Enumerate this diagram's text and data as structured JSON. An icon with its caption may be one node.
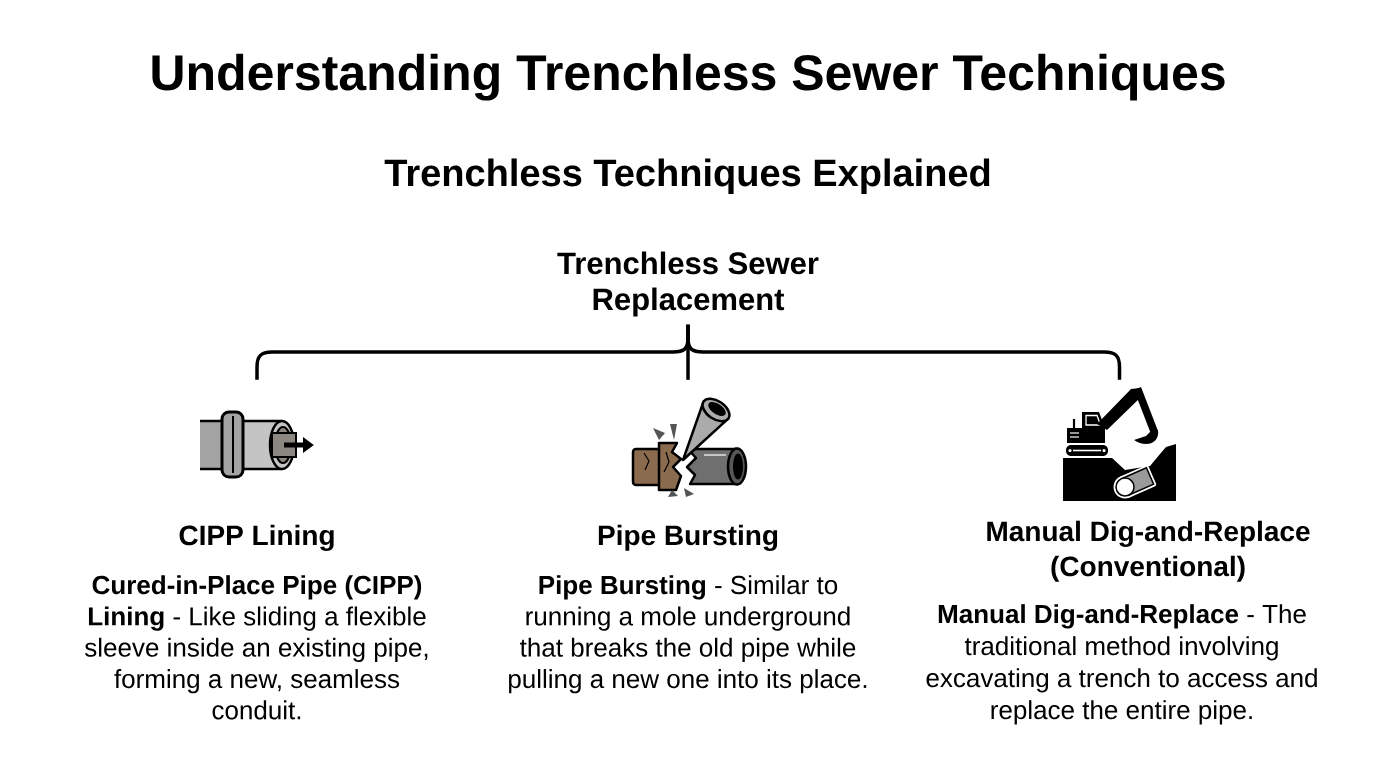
{
  "diagram": {
    "title": "Understanding Trenchless Sewer Techniques",
    "nodes": [
      {
        "text": [
          "Trenchless Sewer Replacement"
        ]
      },
      {
        "text": [],
        "shape": "picture",
        "beside": [
          "CIPP Lining",
          "**Cured-in-Place Pipe (CIPP) Lining** - Like sliding a flexible sleeve inside an existing pipe, forming a new, seamless conduit."
        ]
      },
      {
        "text": [],
        "shape": "picture",
        "beside": [
          "Pipe Bursting",
          "**Pipe Bursting** - Similar to running a mole underground that breaks the old pipe while pulling a new one into its place."
        ]
      },
      {
        "text": [],
        "shape": "picture",
        "beside": [
          "Manual Dig-and-Replace (Conventional)",
          "**Manual Dig-and-Replace** - The traditional method involving excavating a trench to access and replace the entire pipe."
        ]
      }
    ],
    "edges": [
      {
        "from": 0,
        "to": 1,
        "arrow": "none"
      },
      {
        "from": 0,
        "to": 2,
        "arrow": "none"
      },
      {
        "from": 0,
        "to": 3,
        "arrow": "none"
      }
    ],
    "labels": [
      "Trenchless Techniques Explained"
    ]
  }
}
